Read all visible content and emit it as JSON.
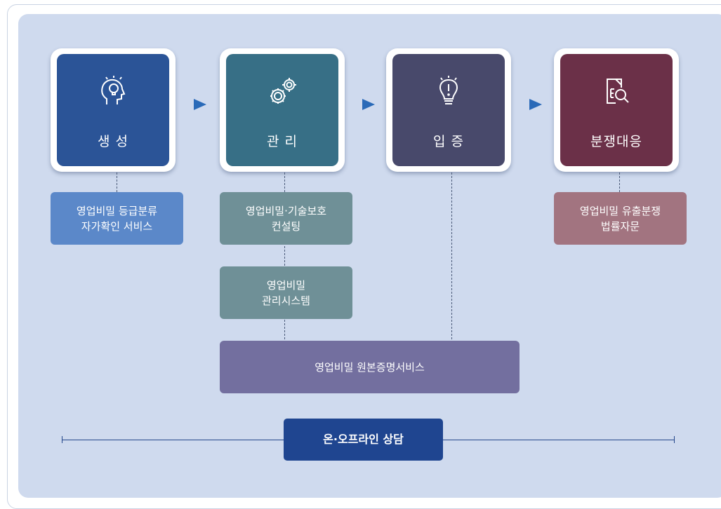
{
  "stages": [
    {
      "label": "생 성",
      "color": "#2b5497",
      "icon": "head-lightbulb-icon"
    },
    {
      "label": "관 리",
      "color": "#376f86",
      "icon": "gears-icon"
    },
    {
      "label": "입 증",
      "color": "#48496b",
      "icon": "lightbulb-exclaim-icon"
    },
    {
      "label": "분쟁대응",
      "color": "#6b3048",
      "icon": "document-search-icon"
    }
  ],
  "services": {
    "grading": {
      "line1": "영업비밀 등급분류",
      "line2": "자가확인 서비스",
      "color": "#5b88c9"
    },
    "consulting": {
      "line1": "영업비밀·기술보호",
      "line2": "컨설팅",
      "color": "#6f9097"
    },
    "system": {
      "line1": "영업비밀",
      "line2": "관리시스템",
      "color": "#6f9097"
    },
    "certification": {
      "line1": "영업비밀 원본증명서비스",
      "color": "#736f9f"
    },
    "legal": {
      "line1": "영업비밀 유출분쟁",
      "line2": "법률자문",
      "color": "#a27480"
    }
  },
  "consultation": {
    "label": "온·오프라인 상담",
    "color": "#1f4590"
  }
}
